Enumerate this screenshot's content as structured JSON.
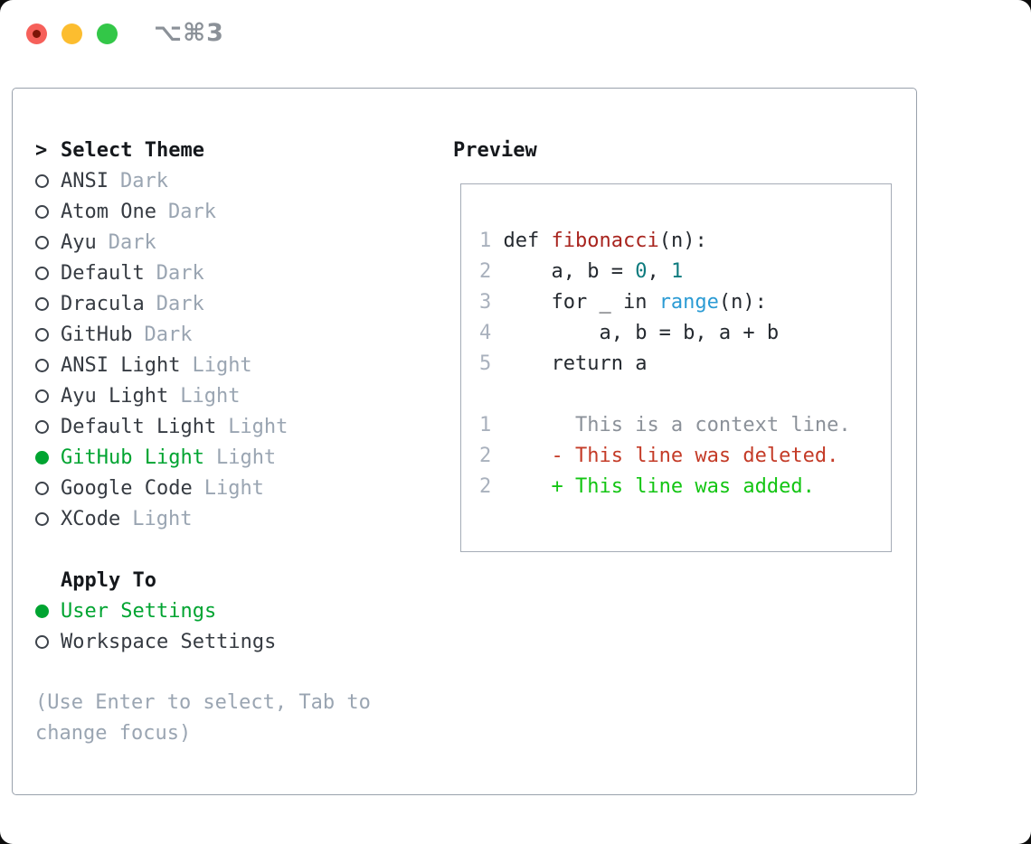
{
  "window": {
    "title": "⌥⌘3"
  },
  "colors": {
    "selected_green": "#00a431",
    "added_green": "#13c513",
    "deleted_red": "#c43b27",
    "function_red": "#a8241e",
    "literal_teal": "#0e7b7e",
    "builtin_blue": "#2b9bd4",
    "muted_gray": "#9aa5b2",
    "panel_border": "#99a1ac"
  },
  "left": {
    "header_prompt": ">",
    "header_label": "Select Theme",
    "themes": [
      {
        "name": "ANSI",
        "variant": "Dark",
        "selected": false
      },
      {
        "name": "Atom One",
        "variant": "Dark",
        "selected": false
      },
      {
        "name": "Ayu",
        "variant": "Dark",
        "selected": false
      },
      {
        "name": "Default",
        "variant": "Dark",
        "selected": false
      },
      {
        "name": "Dracula",
        "variant": "Dark",
        "selected": false
      },
      {
        "name": "GitHub",
        "variant": "Dark",
        "selected": false
      },
      {
        "name": "ANSI Light",
        "variant": "Light",
        "selected": false
      },
      {
        "name": "Ayu Light",
        "variant": "Light",
        "selected": false
      },
      {
        "name": "Default Light",
        "variant": "Light",
        "selected": false
      },
      {
        "name": "GitHub Light",
        "variant": "Light",
        "selected": true
      },
      {
        "name": "Google Code",
        "variant": "Light",
        "selected": false
      },
      {
        "name": "XCode",
        "variant": "Light",
        "selected": false
      }
    ],
    "apply": {
      "header": "Apply To",
      "options": [
        {
          "name": "User Settings",
          "selected": true
        },
        {
          "name": "Workspace Settings",
          "selected": false
        }
      ]
    },
    "hint": "(Use Enter to select, Tab to change focus)"
  },
  "preview": {
    "header": "Preview",
    "code_lines": [
      {
        "segments": [
          {
            "t": "1 ",
            "r": "num"
          },
          {
            "t": "def ",
            "r": "plain"
          },
          {
            "t": "fibonacci",
            "r": "func"
          },
          {
            "t": "(n):",
            "r": "plain"
          }
        ]
      },
      {
        "segments": [
          {
            "t": "2 ",
            "r": "num"
          },
          {
            "t": "    a, b = ",
            "r": "plain"
          },
          {
            "t": "0",
            "r": "lit"
          },
          {
            "t": ", ",
            "r": "plain"
          },
          {
            "t": "1",
            "r": "lit"
          }
        ]
      },
      {
        "segments": [
          {
            "t": "3 ",
            "r": "num"
          },
          {
            "t": "    for _ in ",
            "r": "plain"
          },
          {
            "t": "range",
            "r": "builtin"
          },
          {
            "t": "(n):",
            "r": "plain"
          }
        ]
      },
      {
        "segments": [
          {
            "t": "4 ",
            "r": "num"
          },
          {
            "t": "        a, b = b, a + b",
            "r": "plain"
          }
        ]
      },
      {
        "segments": [
          {
            "t": "5 ",
            "r": "num"
          },
          {
            "t": "    return a",
            "r": "plain"
          }
        ]
      },
      {
        "segments": []
      },
      {
        "segments": [
          {
            "t": "1 ",
            "r": "num"
          },
          {
            "t": "      This is a context line.",
            "r": "context"
          }
        ]
      },
      {
        "segments": [
          {
            "t": "2 ",
            "r": "num"
          },
          {
            "t": "    - This line was deleted.",
            "r": "del"
          }
        ]
      },
      {
        "segments": [
          {
            "t": "2 ",
            "r": "num"
          },
          {
            "t": "    + This line was added.",
            "r": "add"
          }
        ]
      }
    ]
  }
}
